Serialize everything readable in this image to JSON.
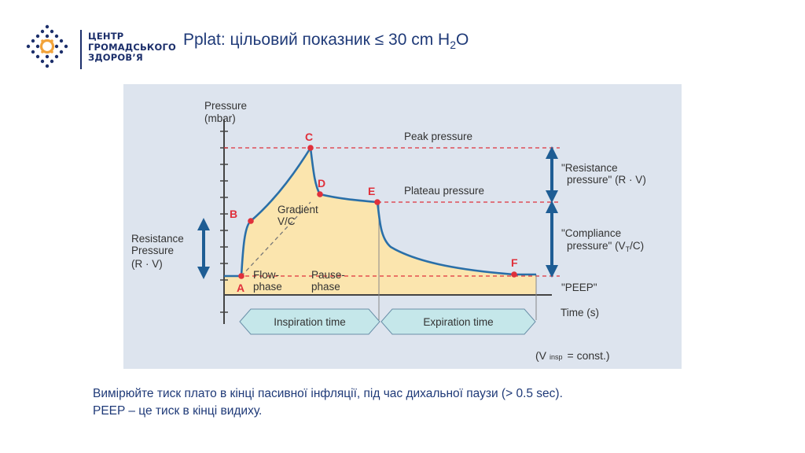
{
  "logo": {
    "lines": [
      "ЦЕНТР",
      "ГРОМАДСЬКОГО",
      "ЗДОРОВ’Я"
    ],
    "colors": {
      "navy": "#1c2f6b",
      "gold": "#f2a33a"
    }
  },
  "title": {
    "prefix": "Pplat: цільовий показник ≤ 30 cm H",
    "subscript": "2",
    "suffix": "O"
  },
  "diagram": {
    "y_axis_label_1": "Pressure",
    "y_axis_label_2": "(mbar)",
    "x_axis_label": "Time (s)",
    "points": {
      "A": "A",
      "B": "B",
      "C": "C",
      "D": "D",
      "E": "E",
      "F": "F"
    },
    "peak_pressure": "Peak pressure",
    "plateau_pressure": "Plateau pressure",
    "gradient_1": "Gradient",
    "gradient_2": "V/C",
    "flow_phase_1": "Flow-",
    "flow_phase_2": "phase",
    "pause_phase_1": "Pause-",
    "pause_phase_2": "phase",
    "resistance_left_1": "Resistance",
    "resistance_left_2": "Pressure",
    "resistance_left_3": "(R · V)",
    "resistance_right_1": "\"Resistance",
    "resistance_right_2": "pressure\" (R · V)",
    "compliance_right_1": "\"Compliance",
    "compliance_right_2": "pressure\" (V",
    "compliance_right_sub": "T",
    "compliance_right_3": "/C)",
    "peep": "\"PEEP\"",
    "inspiration_time": "Inspiration time",
    "expiration_time": "Expiration time",
    "const_open": "(V",
    "const_sub": "insp",
    "const_close": "= const.)",
    "colors": {
      "background": "#dde4ee",
      "fill": "#fbe5ae",
      "curve": "#2a6fa8",
      "marker": "#e0303b",
      "arrow": "#1e5d94",
      "phase_box": "#c5e7ea",
      "text": "#333333"
    }
  },
  "caption": {
    "line1": "Вимірюйте тиск плато в кінці пасивної інфляції, під час дихальної паузи (> 0.5 sec).",
    "line2": "PEEP – це тиск в кінці видиху."
  }
}
